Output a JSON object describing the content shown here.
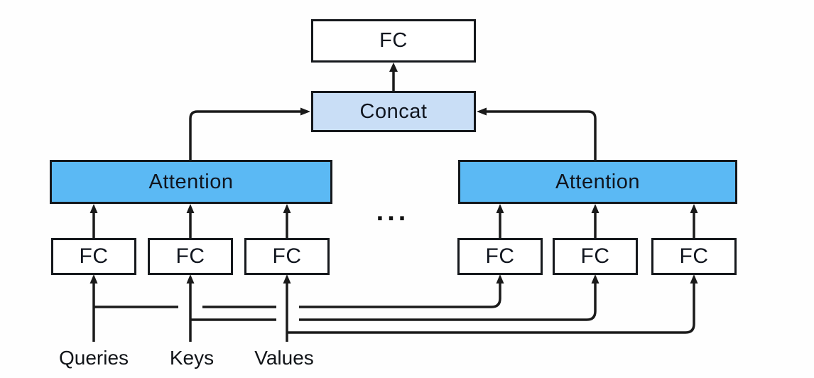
{
  "diagram": {
    "output_box": {
      "label": "FC"
    },
    "concat_box": {
      "label": "Concat"
    },
    "heads": [
      {
        "label": "Attention"
      },
      {
        "label": "Attention"
      }
    ],
    "fc_boxes": [
      {
        "label": "FC"
      },
      {
        "label": "FC"
      },
      {
        "label": "FC"
      },
      {
        "label": "FC"
      },
      {
        "label": "FC"
      },
      {
        "label": "FC"
      }
    ],
    "ellipsis": "...",
    "inputs": [
      {
        "label": "Queries"
      },
      {
        "label": "Keys"
      },
      {
        "label": "Values"
      }
    ],
    "colors": {
      "attention_fill": "#5bb9f4",
      "concat_fill": "#c9def6",
      "fc_fill": "#ffffff",
      "line": "#1a1a1a",
      "text": "#10151e",
      "background": "#fefefe"
    }
  }
}
